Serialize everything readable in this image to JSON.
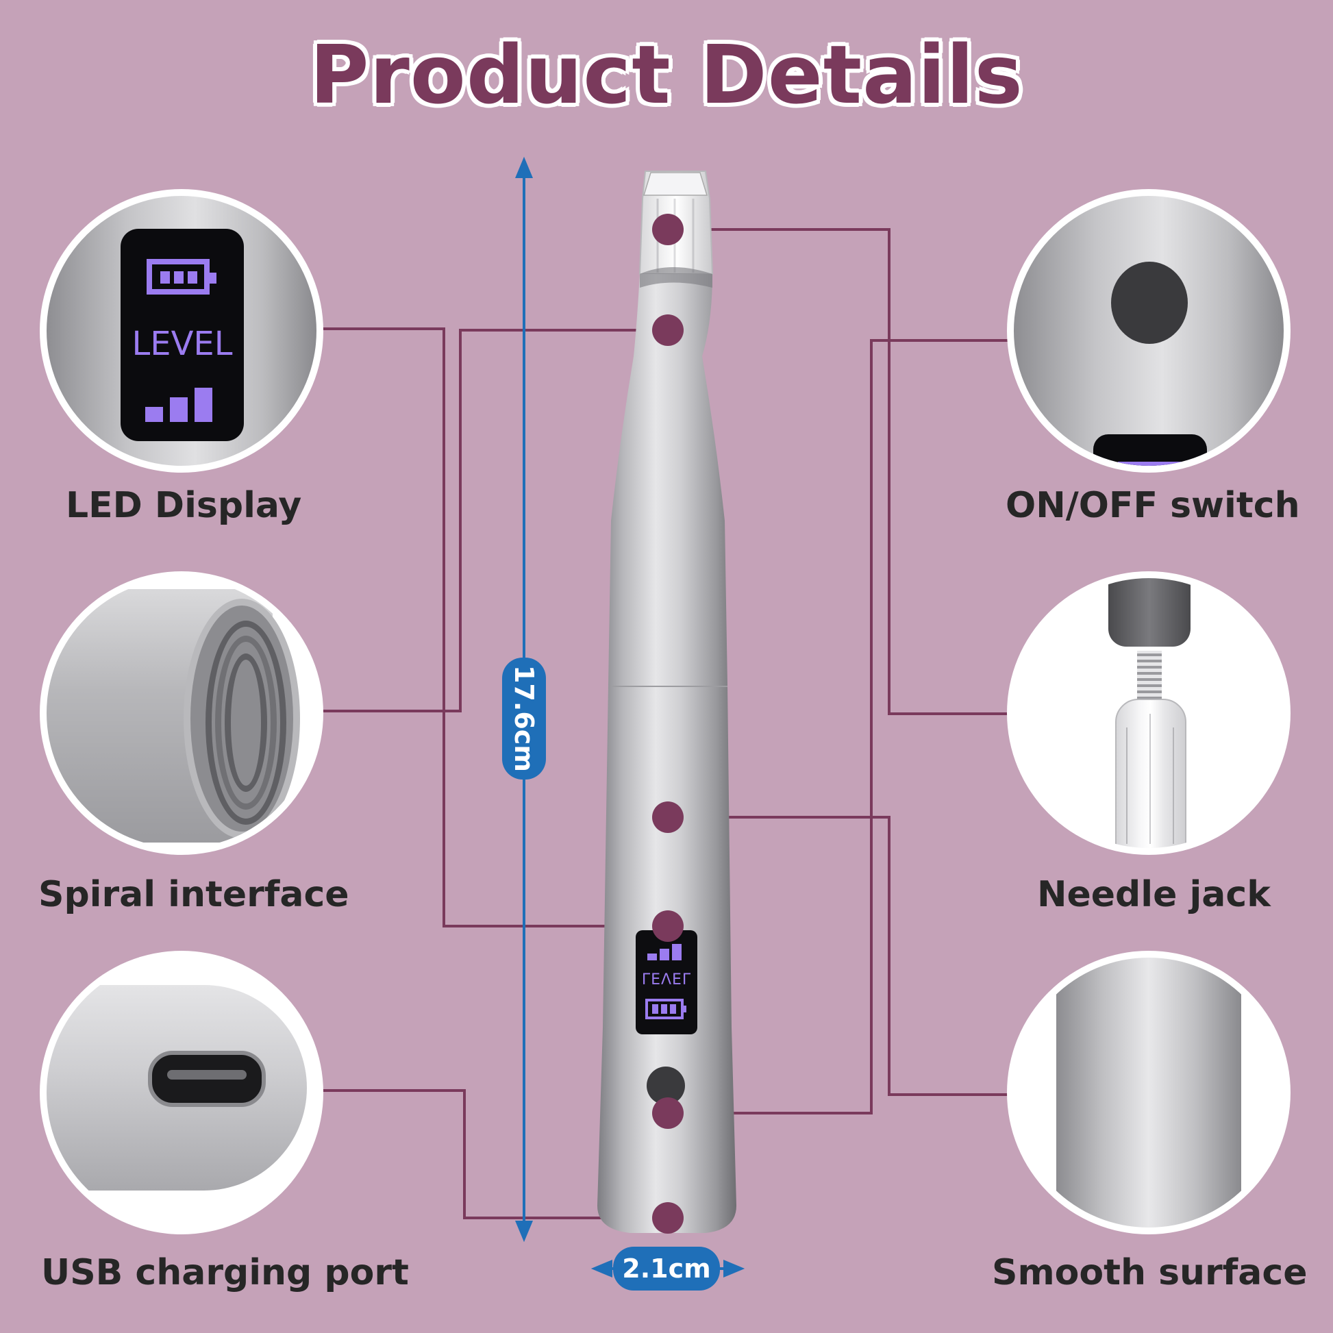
{
  "title": "Product Details",
  "features": {
    "led_display": "LED Display",
    "spiral_interface": "Spiral interface",
    "usb_port": "USB charging port",
    "on_off_switch": "ON/OFF switch",
    "needle_jack": "Needle jack",
    "smooth_surface": "Smooth surface"
  },
  "dimensions": {
    "length": "17.6cm",
    "diameter": "2.1cm"
  },
  "display_screen": {
    "level_text": "LEVEL",
    "mirrored_text": "ΓΕΛΕΓ"
  },
  "colors": {
    "background": "#c5a2b8",
    "title": "#7a3a5c",
    "connector": "#7a3a5c",
    "badge": "#1f6fb8",
    "display_glow": "#9b7cf0"
  }
}
